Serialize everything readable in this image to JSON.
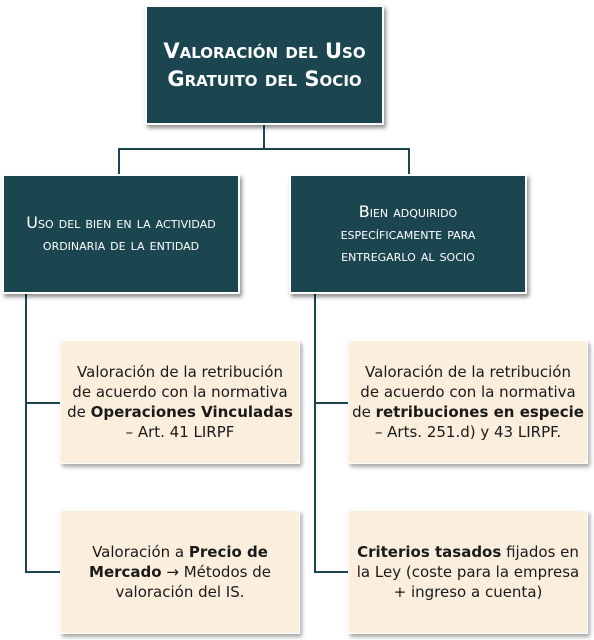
{
  "root": {
    "line1": "Valoración del Uso",
    "line2": "Gratuito del Socio"
  },
  "left_branch": {
    "line1": "Uso del bien en la actividad",
    "line2": "ordinaria de la entidad"
  },
  "right_branch": {
    "line1": "Bien adquirido",
    "line2": "específicamente para",
    "line3": "entregarlo al socio"
  },
  "left_box1": {
    "line1": "Valoración de la retribución",
    "line2": "de acuerdo con la normativa",
    "line3_prefix": "de ",
    "line3_bold": "Operaciones Vinculadas",
    "line4": "– Art. 41 LIRPF"
  },
  "left_box2": {
    "line1_prefix": "Valoración a ",
    "line1_bold": "Precio de",
    "line2_bold": "Mercado",
    "line2_suffix": " → Métodos de",
    "line3": "valoración del IS."
  },
  "right_box1": {
    "line1": "Valoración de la retribución",
    "line2": "de acuerdo con la normativa",
    "line3_prefix": "de ",
    "line3_bold": "retribuciones en especie",
    "line4": "– Arts. 251.d) y 43 LIRPF."
  },
  "right_box2": {
    "line1_bold": "Criterios tasados",
    "line1_suffix": " fijados en",
    "line2": "la Ley (coste para la empresa",
    "line3": "+ ingreso a cuenta)"
  },
  "colors": {
    "dark_box": "#1b4650",
    "light_box": "#fbeedc",
    "connector": "#1b4650"
  }
}
